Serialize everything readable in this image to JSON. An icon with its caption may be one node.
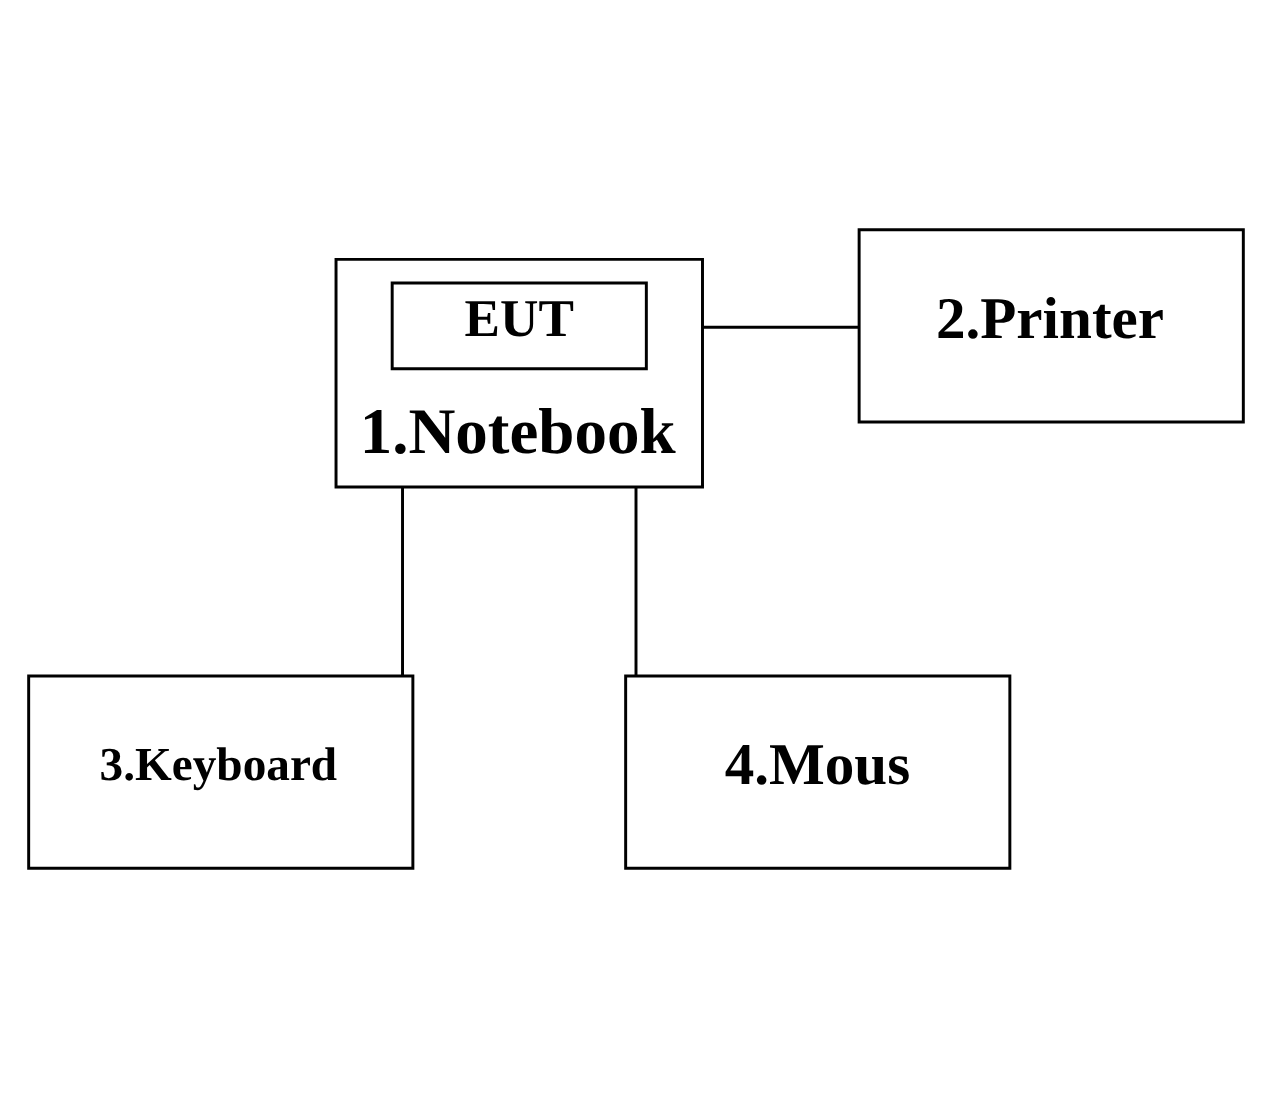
{
  "diagram": {
    "nodes": [
      {
        "text": [
          "1.Notebook"
        ]
      },
      {
        "text": [
          "EUT"
        ],
        "in": 0
      },
      {
        "text": [
          "2.Printer"
        ]
      },
      {
        "text": [
          "3.Keyboard"
        ]
      },
      {
        "text": [
          "4.Mous"
        ]
      }
    ],
    "edges": [
      {
        "from": 0,
        "to": 2,
        "arrow": "none"
      },
      {
        "from": 0,
        "to": 3,
        "arrow": "none"
      },
      {
        "from": 0,
        "to": 4,
        "arrow": "none"
      }
    ]
  }
}
